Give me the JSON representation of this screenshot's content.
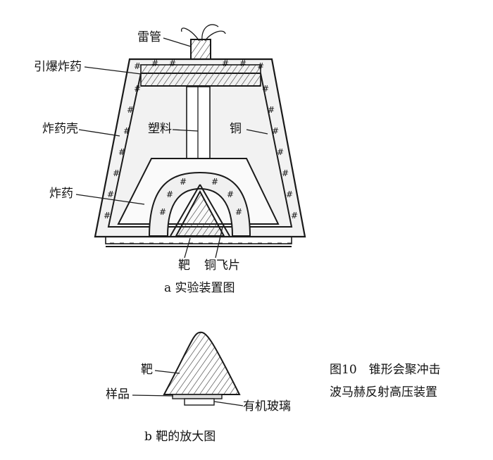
{
  "figure_a": {
    "labels": {
      "detonator": "雷管",
      "booster": "引爆炸药",
      "explosive_shell": "炸药壳",
      "plastic": "塑料",
      "copper": "铜",
      "explosive": "炸药",
      "target": "靶",
      "copper_flyer": "铜飞片"
    },
    "caption": "a 实验装置图"
  },
  "figure_b": {
    "labels": {
      "target": "靶",
      "sample": "样品",
      "plexiglass": "有机玻璃"
    },
    "caption": "b 靶的放大图"
  },
  "figure_title": {
    "line1": "图10　锥形会聚冲击",
    "line2": "波马赫反射高压装置"
  }
}
